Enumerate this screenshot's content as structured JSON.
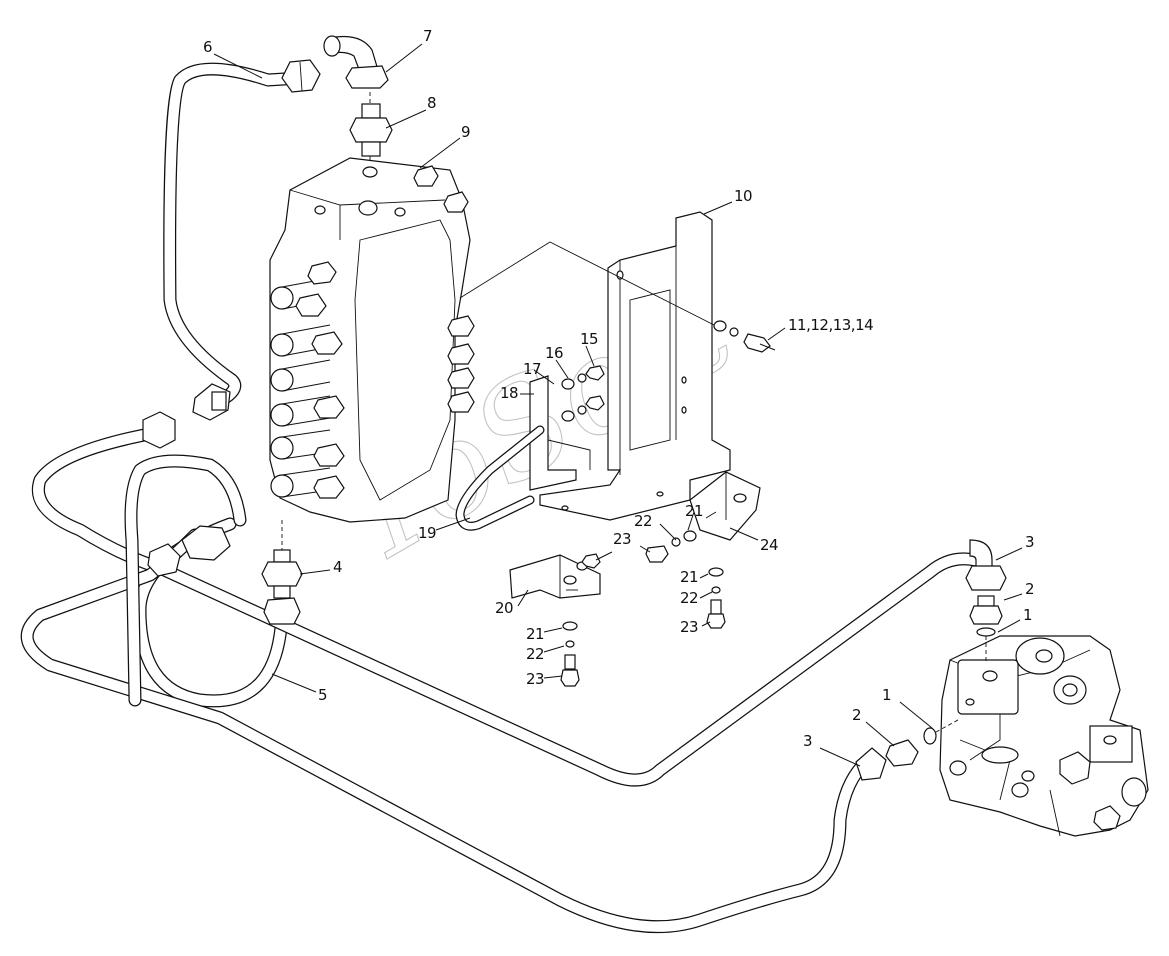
{
  "diagram": {
    "labels": [
      {
        "id": "lbl-1a",
        "text": "1"
      },
      {
        "id": "lbl-1b",
        "text": "1"
      },
      {
        "id": "lbl-2a",
        "text": "2"
      },
      {
        "id": "lbl-2b",
        "text": "2"
      },
      {
        "id": "lbl-3a",
        "text": "3"
      },
      {
        "id": "lbl-3b",
        "text": "3"
      },
      {
        "id": "lbl-4",
        "text": "4"
      },
      {
        "id": "lbl-5",
        "text": "5"
      },
      {
        "id": "lbl-6",
        "text": "6"
      },
      {
        "id": "lbl-7",
        "text": "7"
      },
      {
        "id": "lbl-8",
        "text": "8"
      },
      {
        "id": "lbl-9",
        "text": "9"
      },
      {
        "id": "lbl-10",
        "text": "10"
      },
      {
        "id": "lbl-11",
        "text": "11,12,13,14"
      },
      {
        "id": "lbl-15",
        "text": "15"
      },
      {
        "id": "lbl-16",
        "text": "16"
      },
      {
        "id": "lbl-17",
        "text": "17"
      },
      {
        "id": "lbl-18",
        "text": "18"
      },
      {
        "id": "lbl-19",
        "text": "19"
      },
      {
        "id": "lbl-20",
        "text": "20"
      },
      {
        "id": "lbl-21a",
        "text": "21"
      },
      {
        "id": "lbl-21b",
        "text": "21"
      },
      {
        "id": "lbl-21c",
        "text": "21"
      },
      {
        "id": "lbl-22a",
        "text": "22"
      },
      {
        "id": "lbl-22b",
        "text": "22"
      },
      {
        "id": "lbl-22c",
        "text": "22"
      },
      {
        "id": "lbl-23a",
        "text": "23"
      },
      {
        "id": "lbl-23b",
        "text": "23"
      },
      {
        "id": "lbl-23c",
        "text": "23"
      },
      {
        "id": "lbl-24",
        "text": "24"
      }
    ],
    "watermark": "ToSoft"
  }
}
